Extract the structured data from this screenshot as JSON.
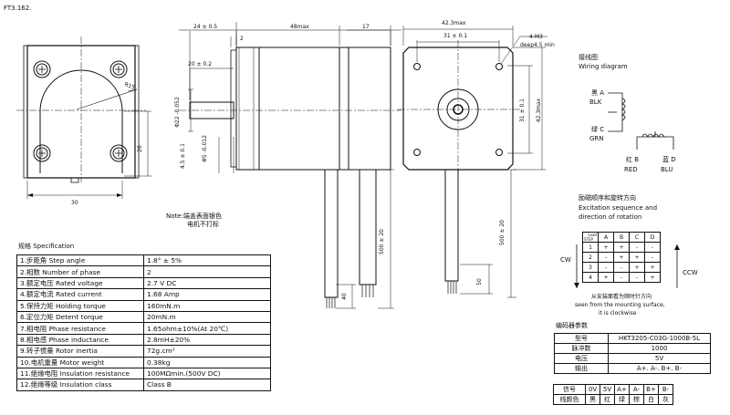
{
  "drawing_code": "FT3.162.",
  "dims": {
    "d24": "24 ± 0.5",
    "d48": "48max",
    "d17": "17",
    "d2": "2",
    "d20": "20 ± 0.2",
    "d30": "30",
    "d26": "26",
    "r15": "R15",
    "d22": "Φ22 -0.052",
    "d5": "Φ5 -0.012",
    "d45": "4.5 ± 0.1",
    "d423": "42.3max",
    "d31": "31 ± 0.1",
    "m3": "4-M3",
    "m3deep": "deep4.5 min",
    "d31v": "31 ± 0.1",
    "d423v": "42.3max",
    "d500": "500 ± 20",
    "d500b": "500 ± 20",
    "d40": "40",
    "d50": "50"
  },
  "note": {
    "line1": "Note:端盖表面银色",
    "line2": "电机不打标"
  },
  "wiring": {
    "title_cn": "接线图",
    "title_en": "Wiring diagram",
    "black_cn": "黑 A",
    "black_en": "BLK",
    "green_cn": "绿 C",
    "green_en": "GRN",
    "red_cn": "红  B",
    "red_en": "RED",
    "blue_cn": "蓝  D",
    "blue_en": "BLU"
  },
  "excitation": {
    "title_cn": "励磁顺序和旋转方向",
    "title_en1": "Excitation sequence and",
    "title_en2": "direction of rotation",
    "headers": [
      "A",
      "B",
      "C",
      "D"
    ],
    "corner_top": "Lead",
    "corner_bottom": "STEP",
    "rows": [
      {
        "step": "1",
        "cells": [
          "+",
          "+",
          "-",
          "-"
        ]
      },
      {
        "step": "2",
        "cells": [
          "-",
          "+",
          "+",
          "-"
        ]
      },
      {
        "step": "3",
        "cells": [
          "-",
          "-",
          "+",
          "+"
        ]
      },
      {
        "step": "4",
        "cells": [
          "+",
          "-",
          "-",
          "+"
        ]
      }
    ],
    "cw": "CW",
    "ccw": "CCW",
    "caption_cn": "从安装面看为顺时针方向",
    "caption_en1": "seen from the mounting surface,",
    "caption_en2": "it is clockwise"
  },
  "spec_title": "规格 Specification",
  "spec": [
    {
      "label": "1.步距角 Step angle",
      "value": "1.8° ± 5%"
    },
    {
      "label": "2.相数 Number of phase",
      "value": "2"
    },
    {
      "label": "3.额定电压 Rated voltage",
      "value": "2.7  V DC"
    },
    {
      "label": "4.额定电流 Rated current",
      "value": "1.68 Amp"
    },
    {
      "label": "5.保持力矩 Holding torque",
      "value": "160mN.m"
    },
    {
      "label": "6.定位力矩 Detent torque",
      "value": "20mN.m"
    },
    {
      "label": "7.相电阻 Phase resistance",
      "value": "1.65ohm±10%(At 20℃)"
    },
    {
      "label": "8.相电感 Phase inductance",
      "value": "2.8mH±20%"
    },
    {
      "label": "9.转子惯量 Rotor inertia",
      "value": "72g.cm²"
    },
    {
      "label": "10.电机重量 Motor weight",
      "value": "0.38kg"
    },
    {
      "label": "11.绝缘电阻 Insulation resistance",
      "value": "100MΩmin.(500V DC)"
    },
    {
      "label": "12.绝缘等级 Insulation class",
      "value": "Class B"
    }
  ],
  "encoder_title": "编码器参数",
  "encoder": [
    {
      "label": "型号",
      "value": "HKT3205-C03G-1000B-5L"
    },
    {
      "label": "脉冲数",
      "value": "1000"
    },
    {
      "label": "电压",
      "value": "5V"
    },
    {
      "label": "输出",
      "value": "A+. A-. B+. B-"
    }
  ],
  "signals": {
    "row1_label": "信号",
    "row1": [
      "0V",
      "5V",
      "A+",
      "A-",
      "B+",
      "B-"
    ],
    "row2_label": "线颜色",
    "row2": [
      "黑",
      "红",
      "绿",
      "棕",
      "白",
      "灰"
    ]
  }
}
